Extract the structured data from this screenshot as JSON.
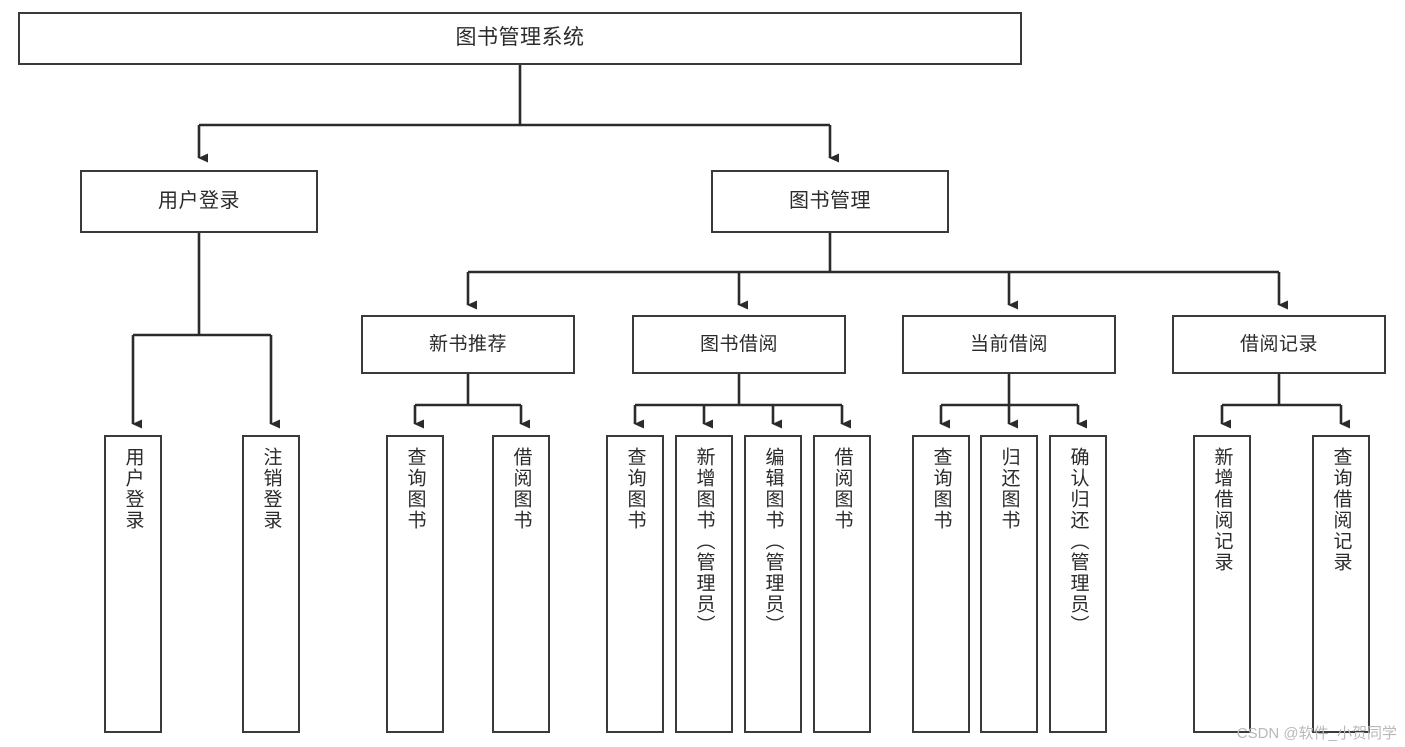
{
  "diagram": {
    "title": "图书管理系统",
    "type": "tree",
    "orientation": "top-down",
    "colors": {
      "background": "#ffffff",
      "box_border": "#3a3a3a",
      "box_fill": "#ffffff",
      "connector": "#2b2b2b",
      "text": "#2b2b2b",
      "watermark": "#b9b9b9"
    },
    "watermark": "CSDN @软件_小贺同学"
  },
  "nodes": {
    "root": {
      "label": "图书管理系统"
    },
    "level2": [
      {
        "id": "user-login",
        "label": "用户登录"
      },
      {
        "id": "book-management",
        "label": "图书管理"
      }
    ],
    "level3": [
      {
        "id": "new-book-recommend",
        "label": "新书推荐"
      },
      {
        "id": "book-borrow",
        "label": "图书借阅"
      },
      {
        "id": "current-borrow",
        "label": "当前借阅"
      },
      {
        "id": "borrow-record",
        "label": "借阅记录"
      }
    ],
    "leaves": {
      "user_login": [
        {
          "id": "leaf-user-login",
          "label": "用户登录"
        },
        {
          "id": "leaf-logout-login",
          "label": "注销登录"
        }
      ],
      "new_book_recommend": [
        {
          "id": "leaf-query-book-1",
          "label": "查询图书"
        },
        {
          "id": "leaf-borrow-book-1",
          "label": "借阅图书"
        }
      ],
      "book_borrow": [
        {
          "id": "leaf-query-book-2",
          "label": "查询图书"
        },
        {
          "id": "leaf-add-book",
          "label": "新增图书（管理员）"
        },
        {
          "id": "leaf-edit-book",
          "label": "编辑图书（管理员）"
        },
        {
          "id": "leaf-borrow-book-2",
          "label": "借阅图书"
        }
      ],
      "current_borrow": [
        {
          "id": "leaf-query-book-3",
          "label": "查询图书"
        },
        {
          "id": "leaf-return-book",
          "label": "归还图书"
        },
        {
          "id": "leaf-confirm-return",
          "label": "确认归还（管理员）"
        }
      ],
      "borrow_record": [
        {
          "id": "leaf-add-record",
          "label": "新增借阅记录"
        },
        {
          "id": "leaf-query-record",
          "label": "查询借阅记录"
        }
      ]
    }
  }
}
